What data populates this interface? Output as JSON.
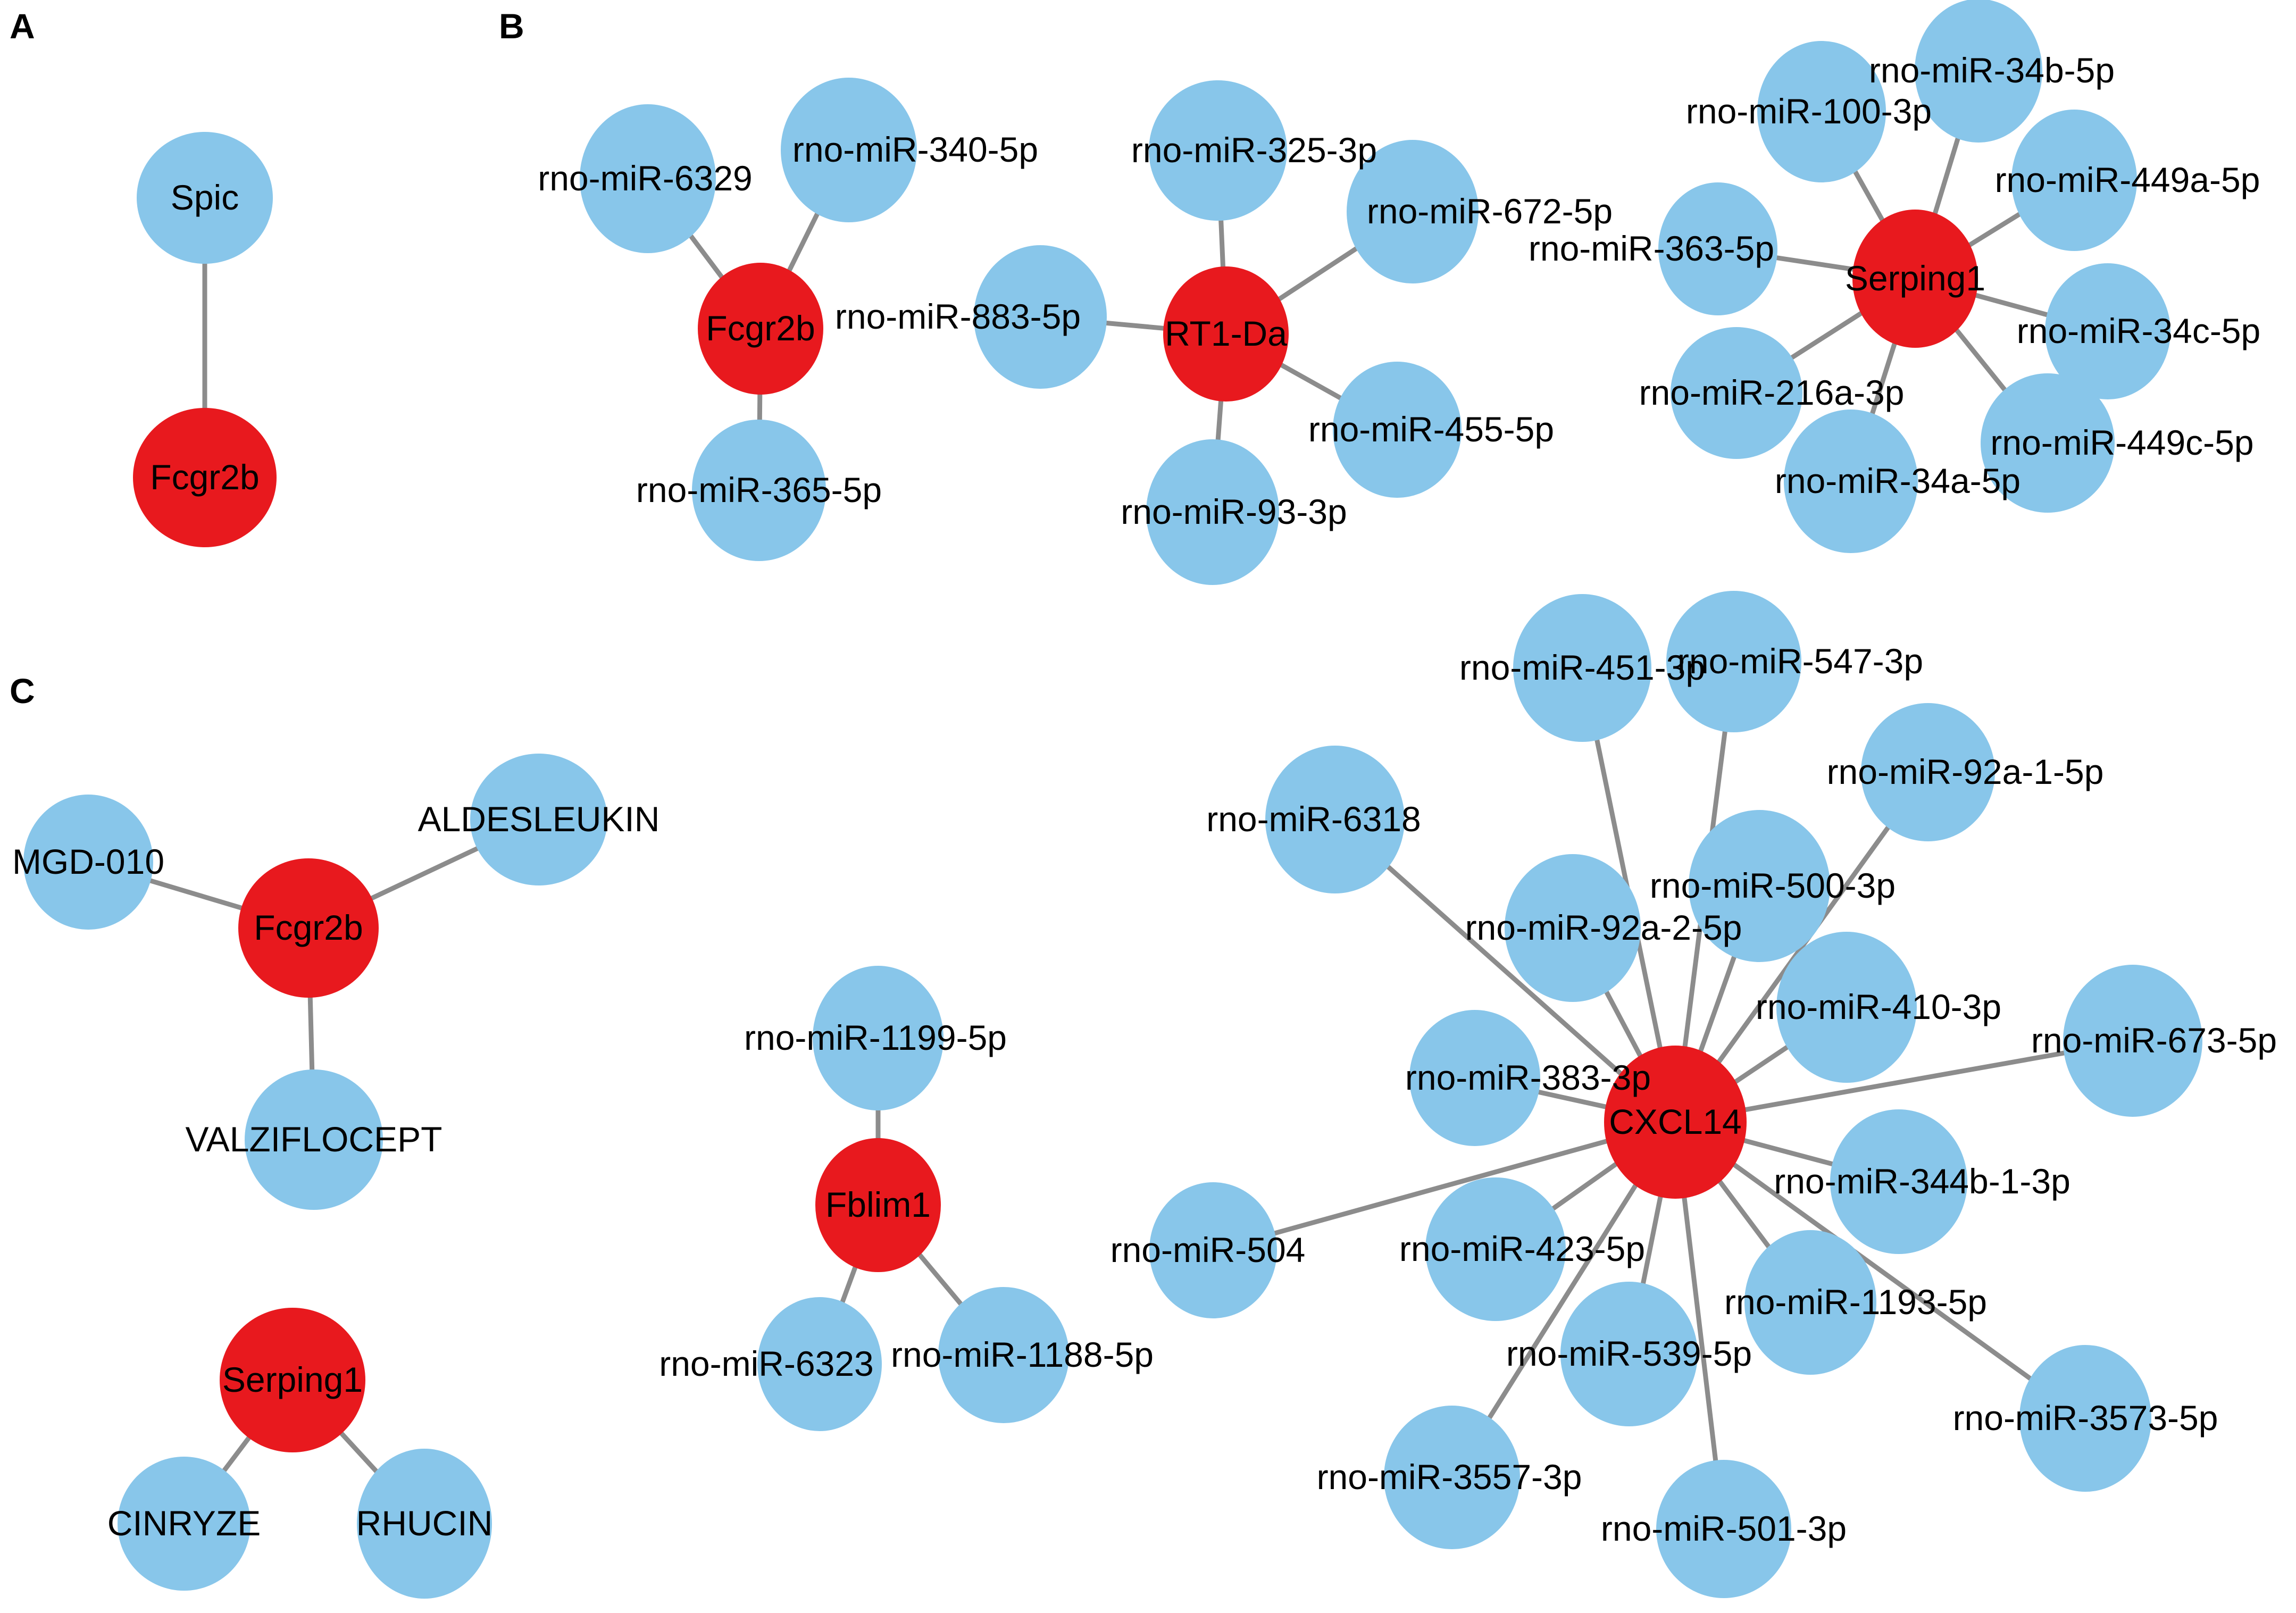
{
  "colors": {
    "gene": "#e8191e",
    "partner": "#88c6ea",
    "edge": "#8c8c8c",
    "text": "#000000"
  },
  "panels": [
    {
      "label": "A",
      "networks": [
        {
          "hub": "Fcgr2b",
          "partners": [
            "Spic"
          ]
        }
      ]
    },
    {
      "label": "B",
      "networks": [
        {
          "hub": "Fcgr2b",
          "partners": [
            "rno-miR-6329",
            "rno-miR-340-5p",
            "rno-miR-365-5p"
          ]
        },
        {
          "hub": "RT1-Da",
          "partners": [
            "rno-miR-325-3p",
            "rno-miR-672-5p",
            "rno-miR-883-5p",
            "rno-miR-455-5p",
            "rno-miR-93-3p"
          ]
        },
        {
          "hub": "Serping1",
          "partners": [
            "rno-miR-100-3p",
            "rno-miR-34b-5p",
            "rno-miR-449a-5p",
            "rno-miR-363-5p",
            "rno-miR-34c-5p",
            "rno-miR-216a-3p",
            "rno-miR-449c-5p",
            "rno-miR-34a-5p"
          ]
        }
      ]
    },
    {
      "label": "C",
      "networks": [
        {
          "hub": "Fcgr2b",
          "partners": [
            "MGD-010",
            "ALDESLEUKIN",
            "VALZIFLOCEPT"
          ]
        },
        {
          "hub": "Serping1",
          "partners": [
            "CINRYZE",
            "RHUCIN"
          ]
        },
        {
          "hub": "Fblim1",
          "partners": [
            "rno-miR-1199-5p",
            "rno-miR-6323",
            "rno-miR-1188-5p"
          ]
        },
        {
          "hub": "CXCL14",
          "partners": [
            "rno-miR-451-3p",
            "rno-miR-547-3p",
            "rno-miR-92a-1-5p",
            "rno-miR-6318",
            "rno-miR-500-3p",
            "rno-miR-92a-2-5p",
            "rno-miR-410-3p",
            "rno-miR-673-5p",
            "rno-miR-383-3p",
            "rno-miR-344b-1-3p",
            "rno-miR-504",
            "rno-miR-423-5p",
            "rno-miR-1193-5p",
            "rno-miR-539-5p",
            "rno-miR-3573-5p",
            "rno-miR-3557-3p",
            "rno-miR-501-3p"
          ]
        }
      ]
    }
  ]
}
